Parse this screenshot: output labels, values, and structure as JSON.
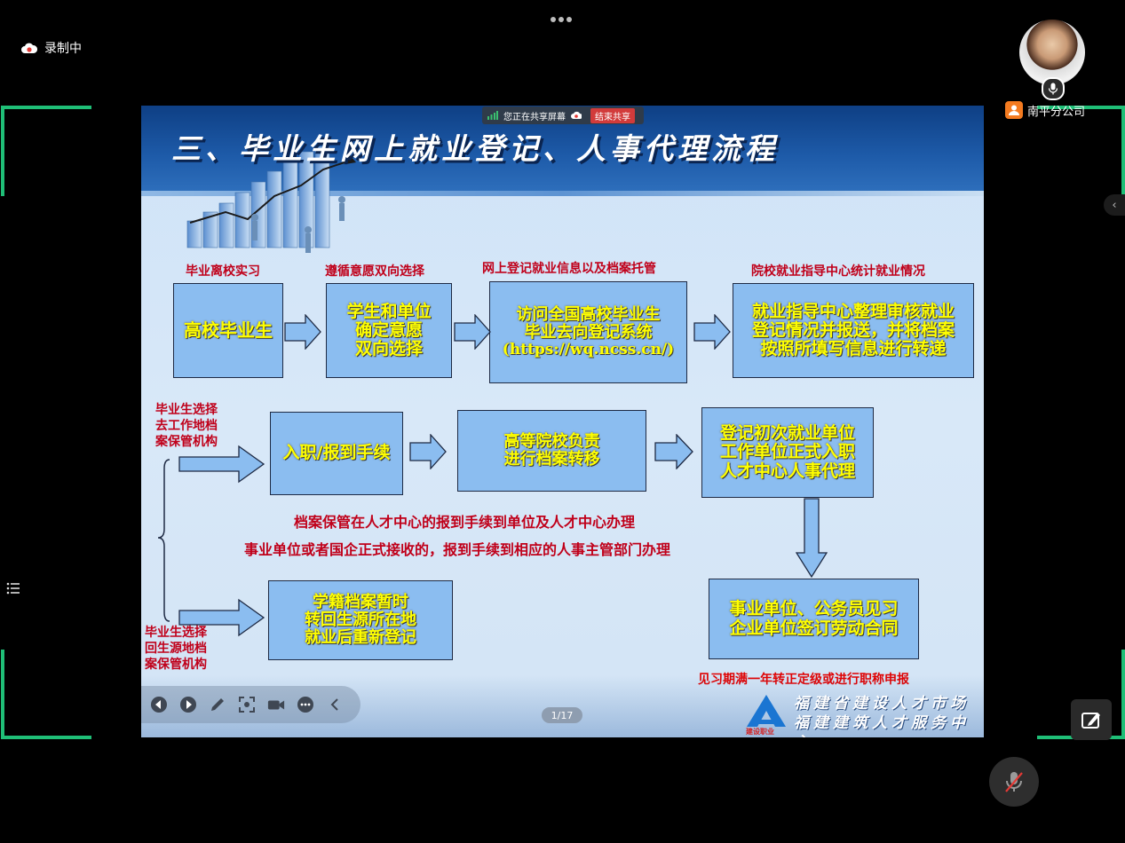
{
  "recording": {
    "label": "录制中"
  },
  "participant": {
    "name": "南平分公司"
  },
  "share_bar": {
    "status": "您正在共享屏幕",
    "end_label": "结束共享"
  },
  "slide": {
    "title": "三、毕业生网上就业登记、人事代理流程",
    "row1": {
      "labels": [
        "毕业离校实习",
        "遵循意愿双向选择",
        "网上登记就业信息以及档案托管",
        "院校就业指导中心统计就业情况"
      ],
      "boxes": [
        [
          "高校毕业生"
        ],
        [
          "学生和单位",
          "确定意愿",
          "双向选择"
        ],
        [
          "访问全国高校毕业生",
          "毕业去向登记系统",
          "(https://wq.ncss.cn/)"
        ],
        [
          "就业指导中心整理审核就业",
          "登记情况并报送，并将档案",
          "按照所填写信息进行转递"
        ]
      ]
    },
    "branch_top_label": [
      "毕业生选择",
      "去工作地档",
      "案保管机构"
    ],
    "branch_bottom_label": [
      "毕业生选择",
      "回生源地档",
      "案保管机构"
    ],
    "row2": {
      "boxes": [
        [
          "入职/报到手续"
        ],
        [
          "高等院校负责",
          "进行档案转移"
        ],
        [
          "登记初次就业单位",
          "工作单位正式入职",
          "人才中心人事代理"
        ]
      ]
    },
    "notes": [
      "档案保管在人才中心的报到手续到单位及人才中心办理",
      "事业单位或者国企正式接收的，报到手续到相应的人事主管部门办理"
    ],
    "row3": {
      "left_box": [
        "学籍档案暂时",
        "转回生源所在地",
        "就业后重新登记"
      ],
      "right_box": [
        "事业单位、公务员见习",
        "企业单位签订劳动合同"
      ]
    },
    "bottom_note": "见习期满一年转正定级或进行职称申报",
    "page_indicator": "1/17",
    "logo": {
      "line1": "福建省建设人才市场",
      "line2": "福建建筑人才服务中心",
      "sub": "建设职业"
    }
  },
  "colors": {
    "accent_green": "#1fbf77",
    "box_fill": "#8bbdf0",
    "box_text": "#ffff00",
    "label_red": "#c0001a"
  },
  "icons": [
    "recording-cloud-icon",
    "more-dots-icon",
    "mic-icon",
    "user-icon",
    "chevron-left-icon",
    "list-icon",
    "edit-screen-icon",
    "mic-muted-icon",
    "prev-icon",
    "next-icon",
    "pen-icon",
    "screenshot-icon",
    "camera-icon",
    "more-icon",
    "collapse-icon"
  ]
}
